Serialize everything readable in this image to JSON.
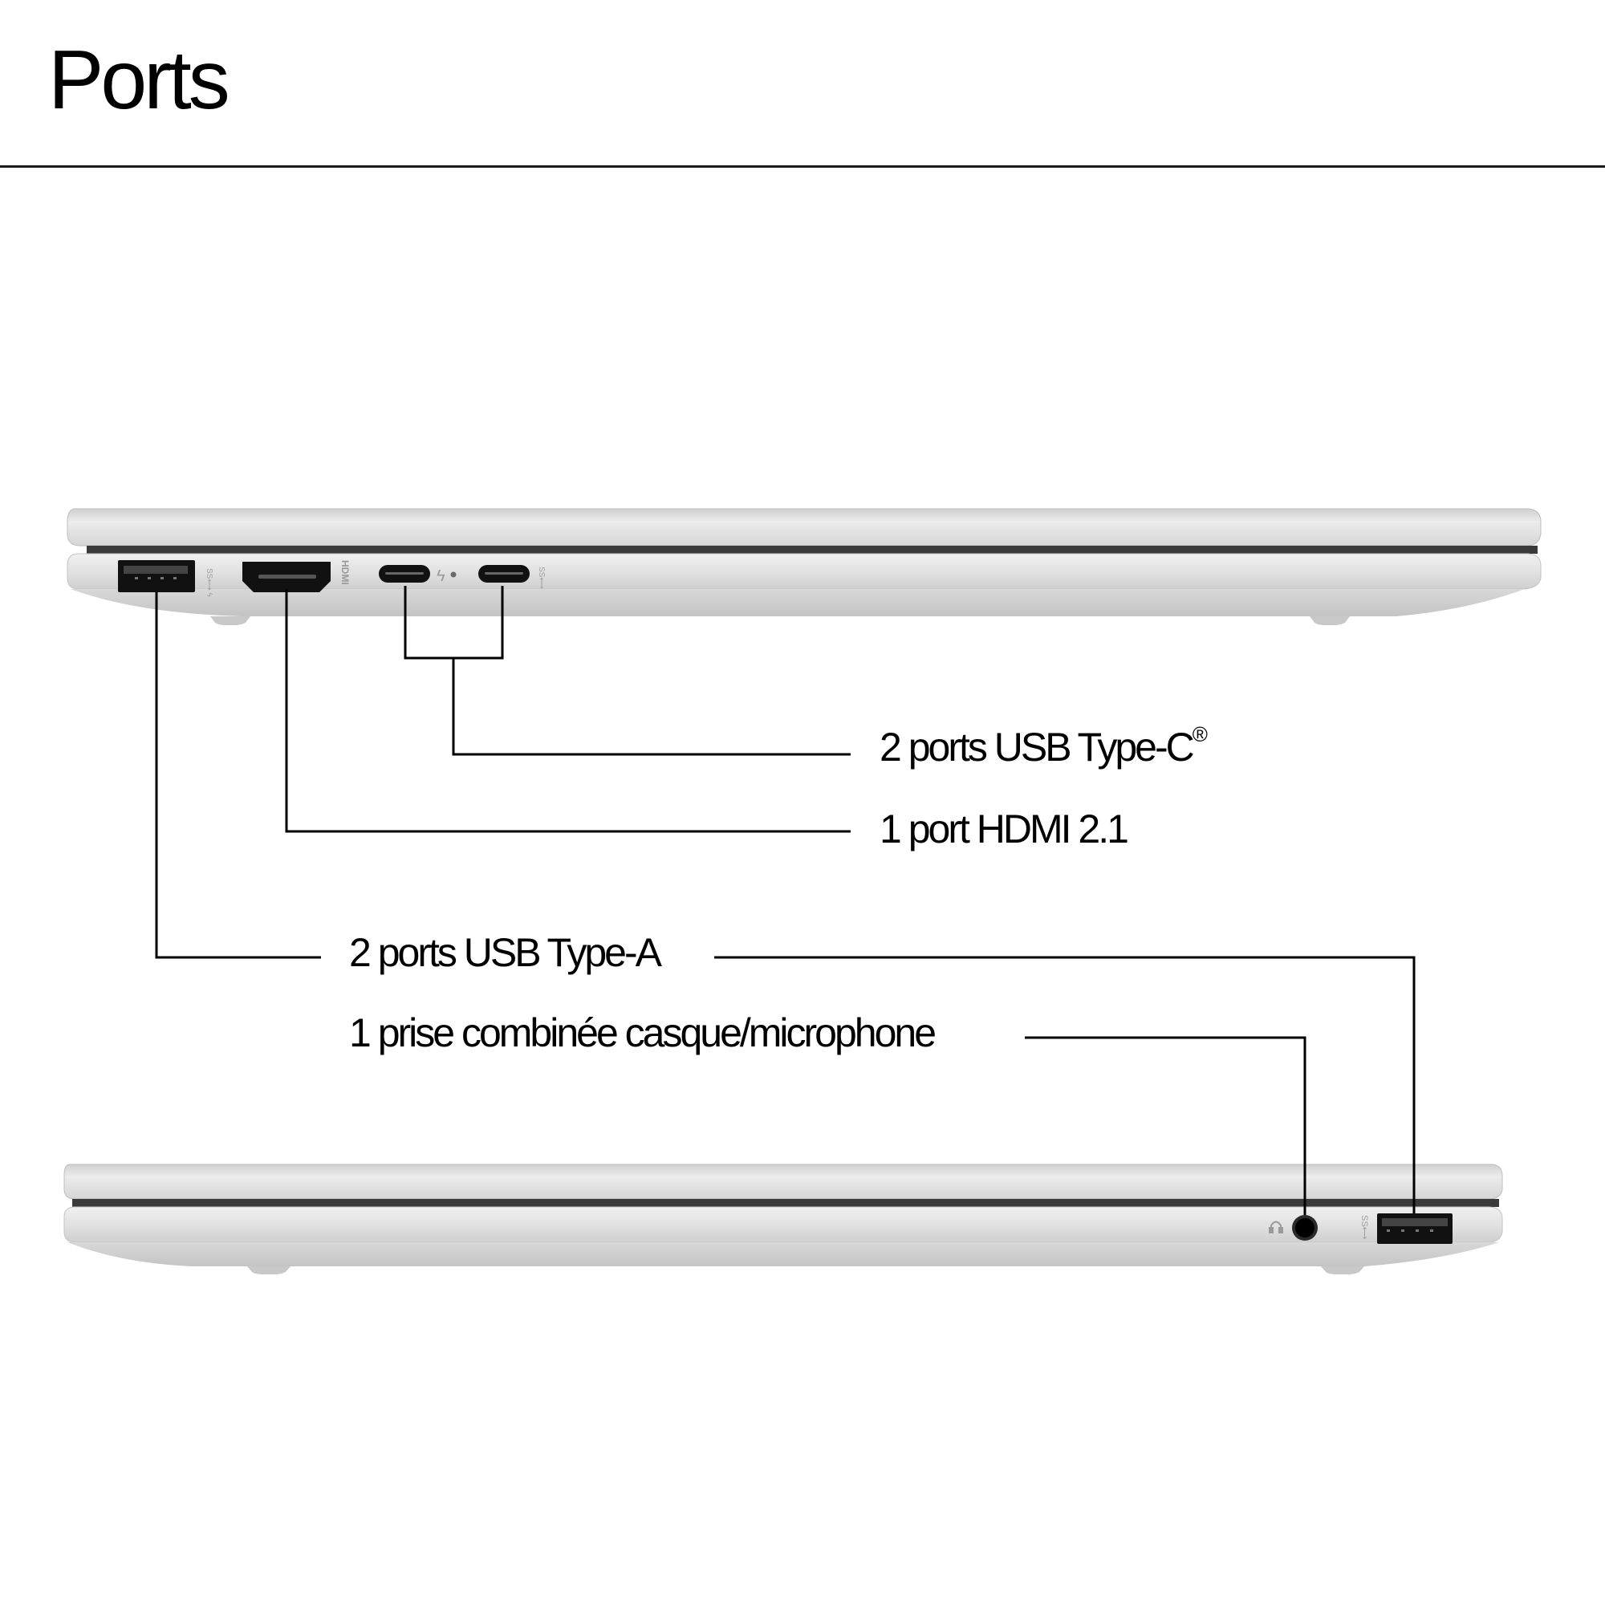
{
  "header": {
    "title": "Ports"
  },
  "callouts": {
    "usb_c": {
      "text": "2 ports USB Type-C",
      "mark": "®"
    },
    "hdmi": {
      "text": "1 port HDMI 2.1"
    },
    "usb_a": {
      "text": "2 ports USB Type-A"
    },
    "audio": {
      "text": "1 prise combinée casque/microphone"
    }
  },
  "laptop_left_side": {
    "ports": [
      "usb-a (SS 10Gbps, charging)",
      "hdmi",
      "usb-c thunderbolt",
      "charge indicator light",
      "usb-c (SS)"
    ],
    "icon_labels": [
      "SS⟷ϟ",
      "HDMI",
      "ϟ",
      "SS⟷"
    ]
  },
  "laptop_right_side": {
    "ports": [
      "headphone/mic combo jack",
      "usb-a (SS)"
    ],
    "icon_labels": [
      "headset",
      "SS⟷"
    ]
  },
  "colors": {
    "chassis": "#d9d9d9",
    "chassis_light": "#e8e8e8",
    "gap": "#3a3a3a",
    "port": "#111111",
    "line": "#000000"
  }
}
